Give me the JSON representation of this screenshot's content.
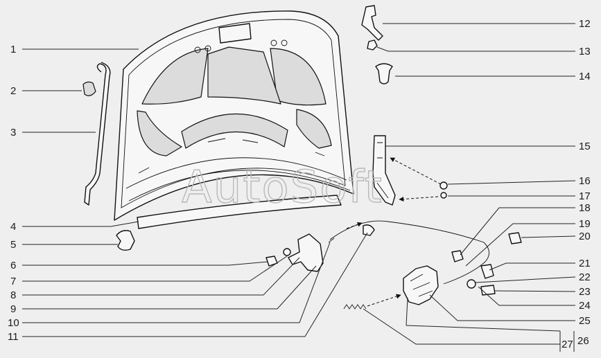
{
  "watermark": "AutoSoft",
  "callouts": [
    "1",
    "2",
    "3",
    "4",
    "5",
    "6",
    "7",
    "8",
    "9",
    "10",
    "11",
    "12",
    "13",
    "14",
    "15",
    "16",
    "17",
    "18",
    "19",
    "20",
    "21",
    "22",
    "23",
    "24",
    "25",
    "26",
    "27"
  ]
}
